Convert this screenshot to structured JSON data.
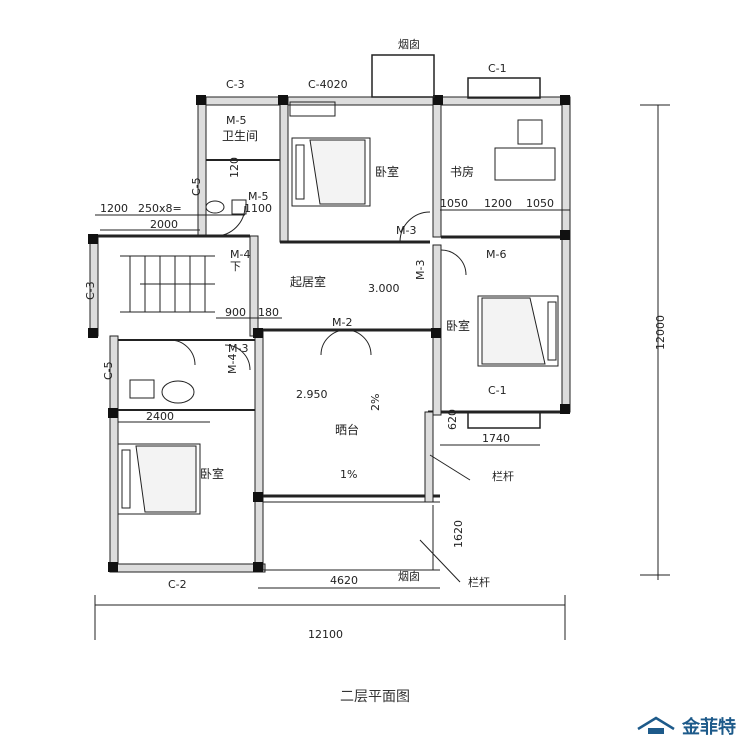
{
  "rooms": {
    "bath": "卫生间",
    "bedroom_top": "卧室",
    "study": "书房",
    "living": "起居室",
    "bedroom_right": "卧室",
    "balcony": "晒台",
    "bedroom_left": "卧室"
  },
  "labels": {
    "chimney_top": "烟囱",
    "chimney_bottom": "烟囱",
    "railing_right": "栏杆",
    "railing_bottom": "栏杆",
    "c3_top": "C-3",
    "c4020": "C-4020",
    "c1_top": "C-1",
    "c5_upper": "C-5",
    "c3_left": "C-3",
    "c5_lower": "C-5",
    "m5_top": "M-5",
    "m5_small": "M-5",
    "m3_top": "M-3",
    "m4_upper": "M-4",
    "m3_mid": "M-3",
    "m6": "M-6",
    "m2": "M-2",
    "m4_lower": "M-4",
    "m3_lower": "M-3",
    "c1_right": "C-1",
    "c2": "C-2",
    "down": "下",
    "level_living": "3.000",
    "level_balcony": "2.950",
    "slope_2": "2%",
    "slope_1": "1%"
  },
  "dimensions": {
    "d1200a": "1200",
    "d250x8": "250x8=",
    "d2000": "2000",
    "d1100": "1100",
    "d120": "120",
    "d1050a": "1050",
    "d1200b": "1200",
    "d1050b": "1050",
    "d900": "900",
    "d180": "180",
    "d2400": "2400",
    "d620": "620",
    "d1740": "1740",
    "d1620": "1620",
    "d4620": "4620",
    "d12000": "12000",
    "d12100": "12100"
  },
  "caption": "二层平面图",
  "brand": "金菲特",
  "colors": {
    "line": "#222222",
    "brand": "#1d5a8a"
  }
}
